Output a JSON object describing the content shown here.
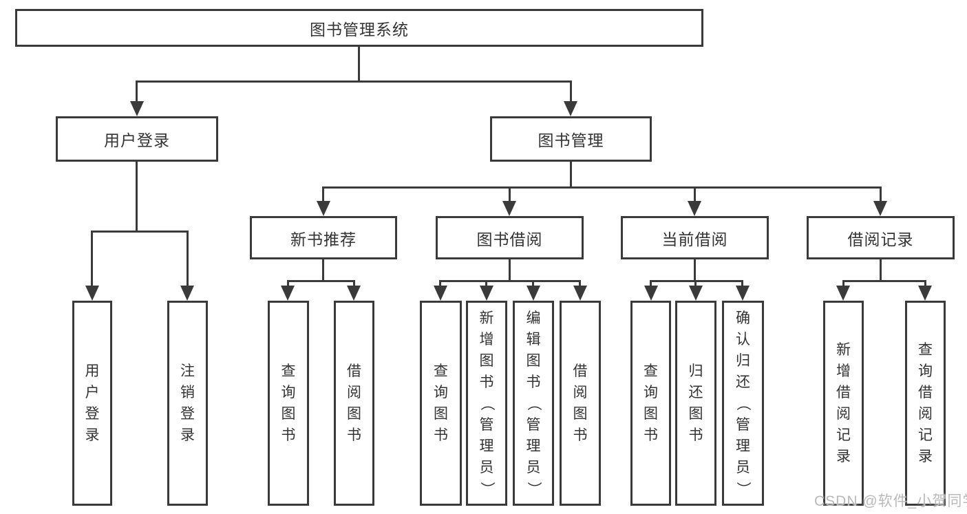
{
  "diagram": {
    "tree": {
      "label": "图书管理系统",
      "children": [
        {
          "label": "用户登录",
          "children": [
            {
              "label": "用户登录"
            },
            {
              "label": "注销登录"
            }
          ]
        },
        {
          "label": "图书管理",
          "children": [
            {
              "label": "新书推荐",
              "children": [
                {
                  "label": "查询图书"
                },
                {
                  "label": "借阅图书"
                }
              ]
            },
            {
              "label": "图书借阅",
              "children": [
                {
                  "label": "查询图书"
                },
                {
                  "label": "新增图书（管理员）"
                },
                {
                  "label": "编辑图书（管理员）"
                },
                {
                  "label": "借阅图书"
                }
              ]
            },
            {
              "label": "当前借阅",
              "children": [
                {
                  "label": "查询图书"
                },
                {
                  "label": "归还图书"
                },
                {
                  "label": "确认归还（管理员）"
                }
              ]
            },
            {
              "label": "借阅记录",
              "children": [
                {
                  "label": "新增借阅记录"
                },
                {
                  "label": "查询借阅记录"
                }
              ]
            }
          ]
        }
      ]
    }
  },
  "watermark": {
    "text": "CSDN @软件_小贺同学"
  },
  "colors": {
    "line": "#3a3a3a",
    "text": "#333333",
    "bg": "#ffffff",
    "watermark": "#b9b9b9"
  }
}
